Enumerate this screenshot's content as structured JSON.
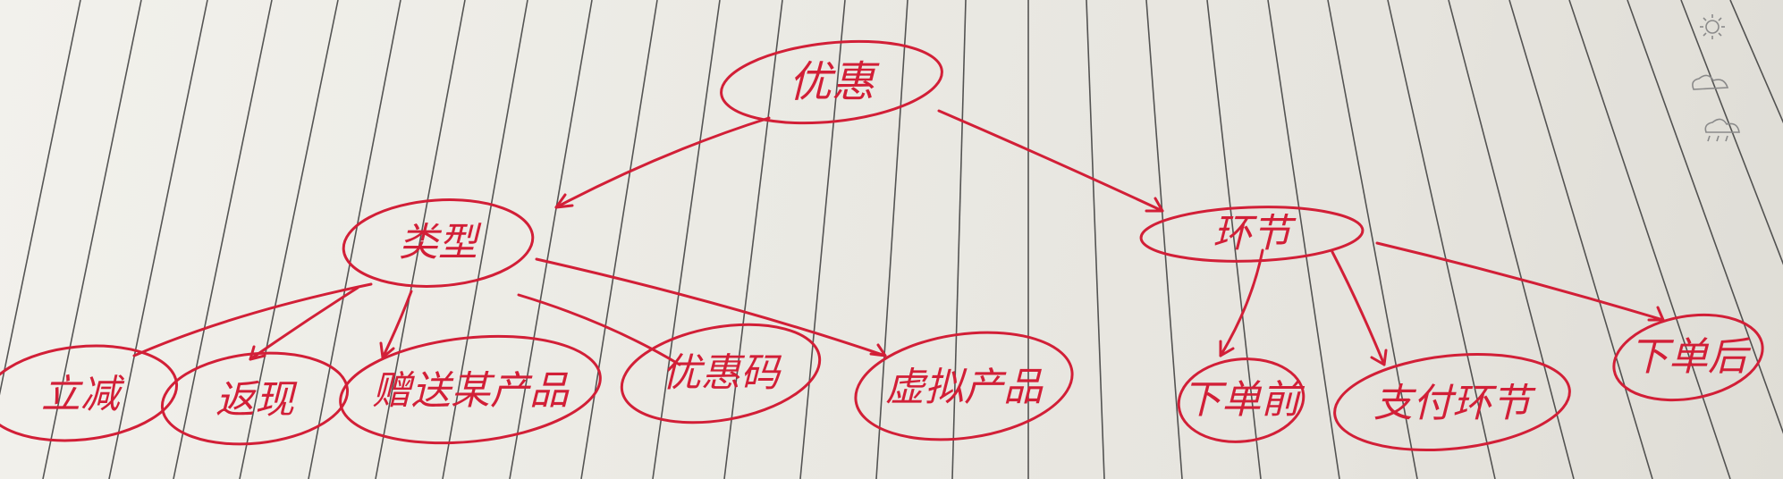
{
  "diagram": {
    "root": {
      "label": "优惠"
    },
    "branches": [
      {
        "label": "类型",
        "children": [
          "立减",
          "返现",
          "赠送某产品",
          "优惠码",
          "虚拟产品"
        ]
      },
      {
        "label": "环节",
        "children": [
          "下单前",
          "支付环节",
          "下单后"
        ]
      }
    ]
  },
  "style": {
    "ink_color": "#d21f37",
    "paper_color": "#ecebe6",
    "line_color": "#3a3a3a"
  }
}
